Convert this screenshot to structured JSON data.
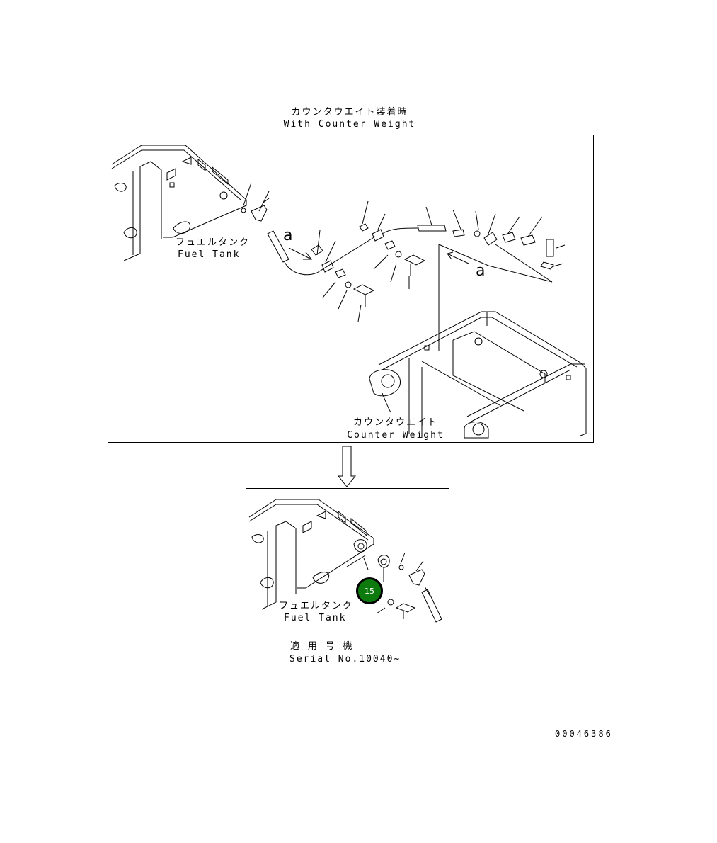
{
  "top_diagram": {
    "header_jp": "カウンタウエイト装着時",
    "header_en": "With Counter Weight",
    "fuel_tank_jp": "フュエルタンク",
    "fuel_tank_en": "Fuel Tank",
    "counter_weight_jp": "カウンタウエイト",
    "counter_weight_en": "Counter Weight",
    "view_letter_left": "a",
    "view_letter_right": "a"
  },
  "bottom_diagram": {
    "fuel_tank_jp": "フュエルタンク",
    "fuel_tank_en": "Fuel Tank",
    "callout_number": "15",
    "callout_color": "#0d7a0d"
  },
  "serial": {
    "label_jp": "適 用 号 機",
    "label_en": "Serial No.10040~"
  },
  "drawing_number": "00046386"
}
